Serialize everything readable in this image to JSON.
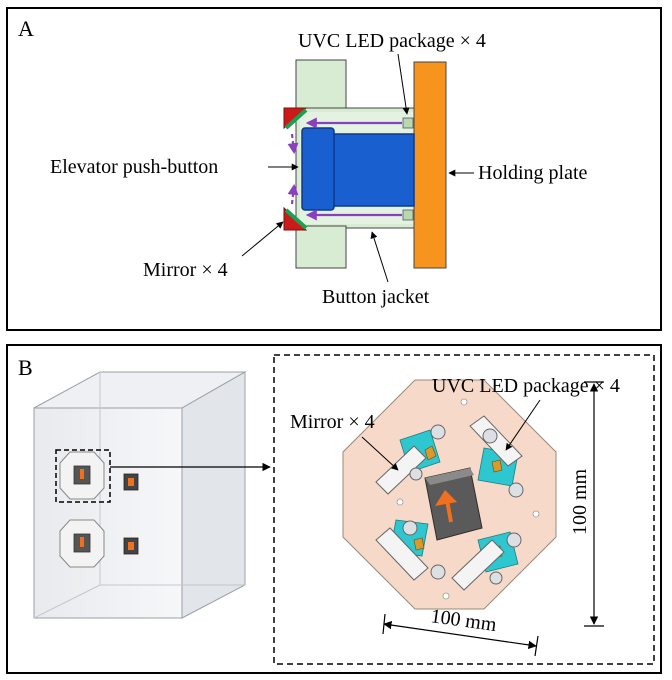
{
  "panel_a": {
    "letter": "A",
    "labels": {
      "led": "UVC LED package × 4",
      "button": "Elevator push-button",
      "plate": "Holding plate",
      "mirror": "Mirror × 4",
      "jacket": "Button jacket"
    }
  },
  "panel_b": {
    "letter": "B",
    "labels": {
      "led": "UVC LED package × 4",
      "mirror": "Mirror × 4",
      "dim_vertical": "100 mm",
      "dim_horizontal": "100 mm"
    }
  },
  "colors": {
    "plate": "#f7941d",
    "button": "#1a5fd0",
    "jacket": "#d8ecd4",
    "mirror_green": "#1aa052",
    "mirror_red": "#cc1a1a",
    "arrow_purple": "#8a3fbf",
    "base_plate": "#f6d9c8",
    "led_cyan": "#2ec6cf",
    "orange_arrow": "#f07020"
  }
}
